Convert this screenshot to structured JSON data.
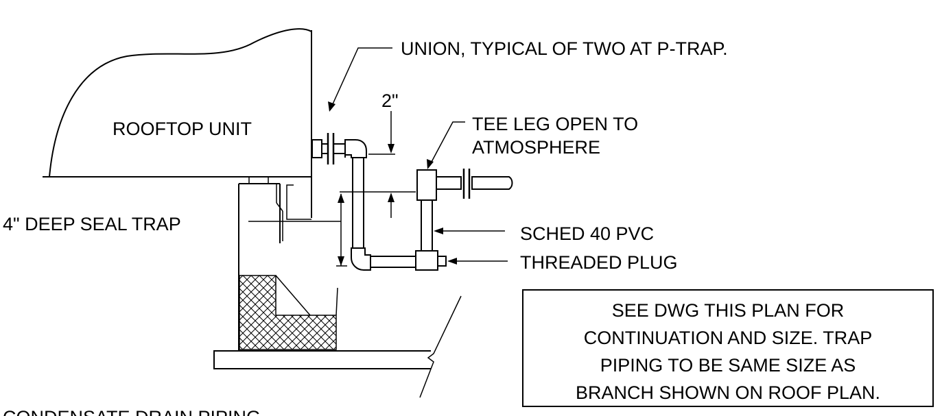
{
  "labels": {
    "rooftop_unit": "ROOFTOP UNIT",
    "union": "UNION, TYPICAL OF TWO AT P-TRAP.",
    "dimension_2in": "2\"",
    "tee_leg_line1": "TEE LEG OPEN TO",
    "tee_leg_line2": "ATMOSPHERE",
    "deep_seal_trap": "4\" DEEP SEAL TRAP",
    "sched_pvc": "SCHED 40 PVC",
    "threaded_plug": "THREADED PLUG",
    "caption": "CONDENSATE DRAIN PIPING"
  },
  "note_box": {
    "lines": [
      "SEE DWG THIS PLAN FOR",
      "CONTINUATION AND SIZE. TRAP",
      "PIPING TO BE SAME SIZE AS",
      "BRANCH SHOWN ON ROOF PLAN."
    ]
  }
}
